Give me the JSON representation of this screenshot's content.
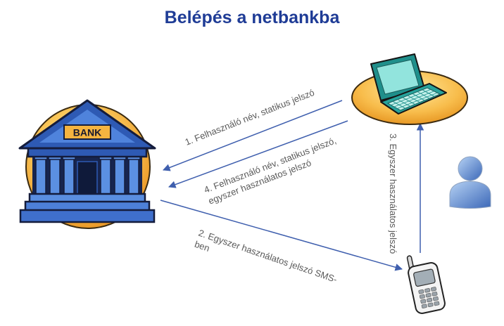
{
  "title": "Belépés a netbankba",
  "colors": {
    "title": "#1f3c96",
    "arrow": "#3f5fae",
    "label": "#595959"
  },
  "nodes": {
    "bank": {
      "icon": "bank-icon",
      "sign": "BANK"
    },
    "computer": {
      "icon": "computer-icon"
    },
    "user": {
      "icon": "person-icon"
    },
    "phone": {
      "icon": "mobile-phone-icon"
    }
  },
  "edges": [
    {
      "lines": [
        "1. Felhasználó név, statikus jelszó"
      ]
    },
    {
      "lines": [
        "2. Egyszer használatos jelszó SMS-",
        "ben"
      ]
    },
    {
      "lines": [
        "3. Egyszer használatos jelszó"
      ]
    },
    {
      "lines": [
        "4. Felhasználó név, statikus jelszó,",
        "egyszer használatos jelszó"
      ]
    }
  ]
}
